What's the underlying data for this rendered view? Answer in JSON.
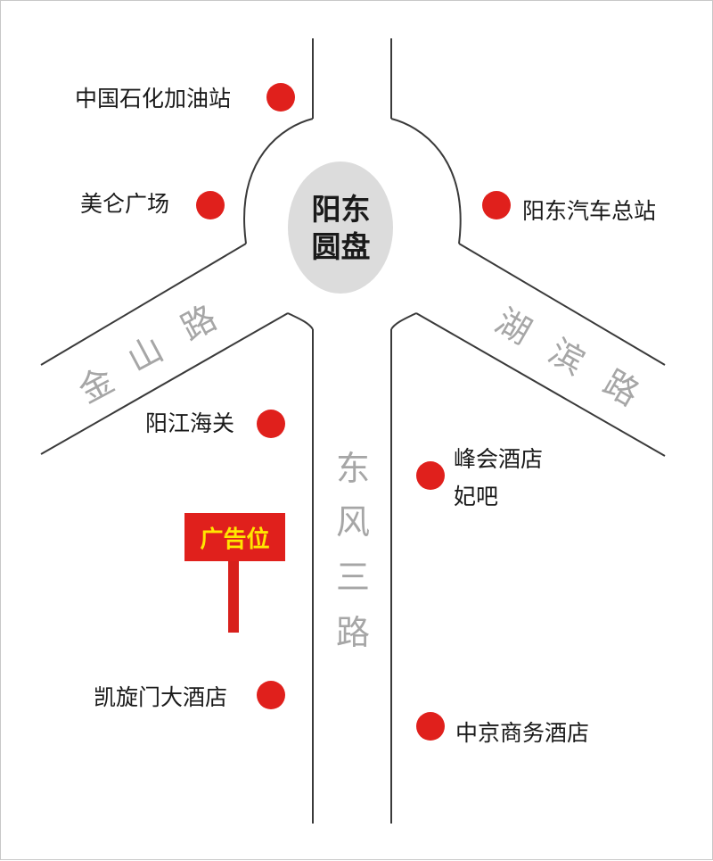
{
  "colors": {
    "road_line": "#3a3a3a",
    "poi_dot": "#e0201c",
    "center_fill": "#dcdcdc",
    "road_name_text": "#a6a6a6",
    "ad_board_fill": "#e0201c",
    "ad_text": "#ffe600",
    "ad_pole": "#d8201c"
  },
  "center": {
    "line1": "阳东",
    "line2": "圆盘",
    "icon": "roundabout-circle"
  },
  "roads": {
    "jinshan": [
      "金",
      "山",
      "路"
    ],
    "hubin": [
      "湖",
      "滨",
      "路"
    ],
    "dongfeng_san": [
      "东",
      "风",
      "三",
      "路"
    ]
  },
  "pois": [
    {
      "label": "中国石化加油站",
      "icon": "red-dot"
    },
    {
      "label": "美仑广场",
      "icon": "red-dot"
    },
    {
      "label": "阳东汽车总站",
      "icon": "red-dot"
    },
    {
      "label": "阳江海关",
      "icon": "red-dot"
    },
    {
      "label": "峰会酒店",
      "label2": "妃吧",
      "icon": "red-dot"
    },
    {
      "label": "凯旋门大酒店",
      "icon": "red-dot"
    },
    {
      "label": "中京商务酒店",
      "icon": "red-dot"
    }
  ],
  "ad": {
    "label": "广告位",
    "icon": "billboard-sign"
  }
}
